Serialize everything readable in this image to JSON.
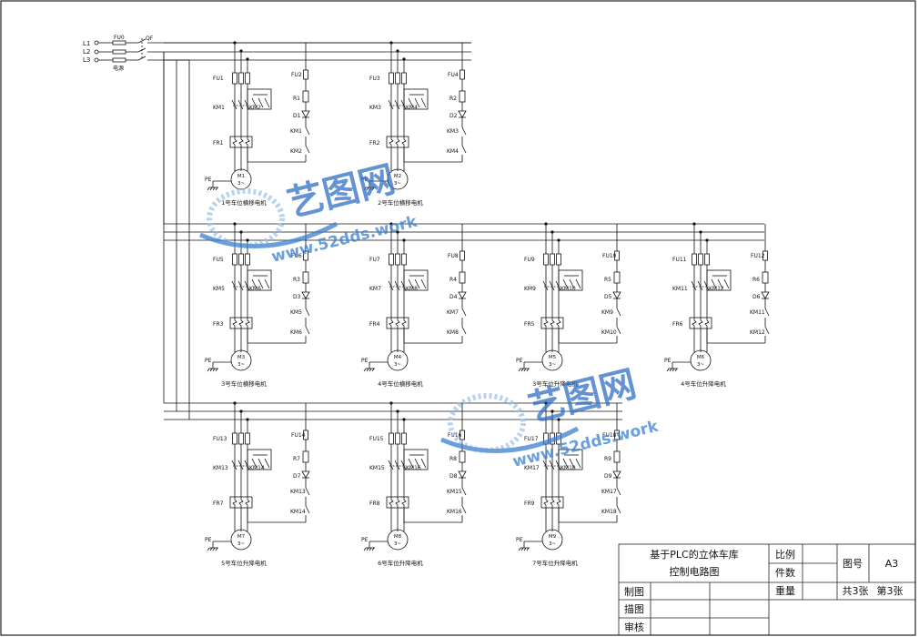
{
  "supply": {
    "lines": [
      "L1",
      "L2",
      "L3"
    ],
    "fuse": "FU0",
    "breaker": "QF",
    "label": "电源"
  },
  "motors": [
    {
      "fuse_main": "FU1",
      "fuse_ctrl": "FU2",
      "resistor": "R1",
      "diode": "D1",
      "km_a": "KM1",
      "km_b": "KM2",
      "fr": "FR1",
      "motor": "M1",
      "caption": "1号车位横移电机"
    },
    {
      "fuse_main": "FU3",
      "fuse_ctrl": "FU4",
      "resistor": "R2",
      "diode": "D2",
      "km_a": "KM3",
      "km_b": "KM4",
      "fr": "FR2",
      "motor": "M2",
      "caption": "2号车位横移电机"
    },
    {
      "fuse_main": "FU5",
      "fuse_ctrl": "FU6",
      "resistor": "R3",
      "diode": "D3",
      "km_a": "KM5",
      "km_b": "KM6",
      "fr": "FR3",
      "motor": "M3",
      "caption": "3号车位横移电机"
    },
    {
      "fuse_main": "FU7",
      "fuse_ctrl": "FU8",
      "resistor": "R4",
      "diode": "D4",
      "km_a": "KM7",
      "km_b": "KM8",
      "fr": "FR4",
      "motor": "M4",
      "caption": "4号车位横移电机"
    },
    {
      "fuse_main": "FU9",
      "fuse_ctrl": "FU10",
      "resistor": "R5",
      "diode": "D5",
      "km_a": "KM9",
      "km_b": "KM10",
      "fr": "FR5",
      "motor": "M5",
      "caption": "3号车位升降电机"
    },
    {
      "fuse_main": "FU11",
      "fuse_ctrl": "FU12",
      "resistor": "R6",
      "diode": "D6",
      "km_a": "KM11",
      "km_b": "KM12",
      "fr": "FR6",
      "motor": "M6",
      "caption": "4号车位升降电机"
    },
    {
      "fuse_main": "FU13",
      "fuse_ctrl": "FU14",
      "resistor": "R7",
      "diode": "D7",
      "km_a": "KM13",
      "km_b": "KM14",
      "fr": "FR7",
      "motor": "M7",
      "caption": "5号车位升降电机"
    },
    {
      "fuse_main": "FU15",
      "fuse_ctrl": "FU16",
      "resistor": "R8",
      "diode": "D8",
      "km_a": "KM15",
      "km_b": "KM16",
      "fr": "FR8",
      "motor": "M8",
      "caption": "6号车位升降电机"
    },
    {
      "fuse_main": "FU17",
      "fuse_ctrl": "FU18",
      "resistor": "R9",
      "diode": "D9",
      "km_a": "KM17",
      "km_b": "KM18",
      "fr": "FR9",
      "motor": "M9",
      "caption": "7号车位升降电机"
    }
  ],
  "motor_common": {
    "pe": "PE",
    "phase": "3~"
  },
  "watermark": {
    "brand": "艺图网",
    "url": "www.52dds.work"
  },
  "title_block": {
    "title_line1": "基于PLC的立体车库",
    "title_line2": "控制电路图",
    "scale_label": "比例",
    "pieces_label": "件数",
    "weight_label": "重量",
    "drawing_no_label": "图号",
    "drawing_no_value": "A3",
    "sheets_total": "共3张",
    "sheet_current": "第3张",
    "drawn_by": "制图",
    "traced_by": "描图",
    "checked_by": "审核"
  }
}
